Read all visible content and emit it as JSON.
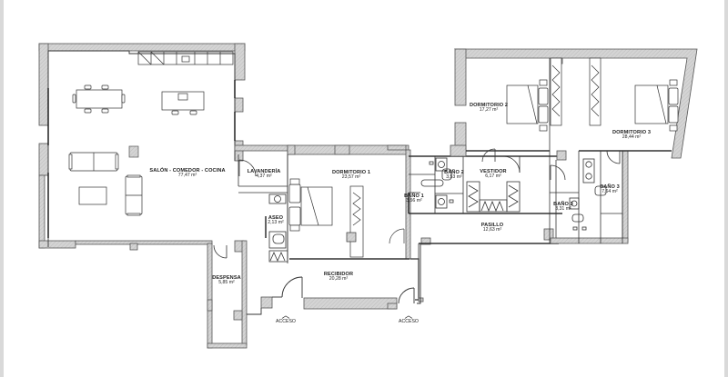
{
  "plan": {
    "type": "floor-plan",
    "colors": {
      "wall_fill": "#cfcfcf",
      "wall_stroke": "#555555",
      "line": "#333333",
      "background": "#ffffff"
    },
    "rooms": [
      {
        "id": "salon",
        "name": "SALÓN - COMEDOR - COCINA",
        "area": "77,47 m²"
      },
      {
        "id": "lavanderia",
        "name": "LAVANDERÍA",
        "area": "4,37 m²"
      },
      {
        "id": "aseo",
        "name": "ASEO",
        "area": "2,13 m²"
      },
      {
        "id": "dormitorio1",
        "name": "DORMITORIO 1",
        "area": "23,57 m²"
      },
      {
        "id": "bano1",
        "name": "BAÑO 1",
        "area": "3,56 m²"
      },
      {
        "id": "bano2",
        "name": "BAÑO 2",
        "area": "3,53 m²"
      },
      {
        "id": "vestidor",
        "name": "VESTIDOR",
        "area": "6,17 m²"
      },
      {
        "id": "pasillo",
        "name": "PASILLO",
        "area": "12,63 m²"
      },
      {
        "id": "dormitorio2",
        "name": "DORMITORIO 2",
        "area": "17,27 m²"
      },
      {
        "id": "dormitorio3",
        "name": "DORMITORIO 3",
        "area": "28,44 m²"
      },
      {
        "id": "bano3a",
        "name": "BAÑO 3",
        "area": "3,31 m²"
      },
      {
        "id": "bano3b",
        "name": "BAÑO 3",
        "area": "7,64 m²"
      },
      {
        "id": "despensa",
        "name": "DESPENSA",
        "area": "5,85 m²"
      },
      {
        "id": "recibidor",
        "name": "RECIBIDOR",
        "area": "20,28 m²"
      }
    ],
    "entrances": [
      {
        "id": "acceso1",
        "label": "ACCESO",
        "icon": "chevron-up-icon"
      },
      {
        "id": "acceso2",
        "label": "ACCESO",
        "icon": "chevron-up-icon"
      }
    ]
  }
}
